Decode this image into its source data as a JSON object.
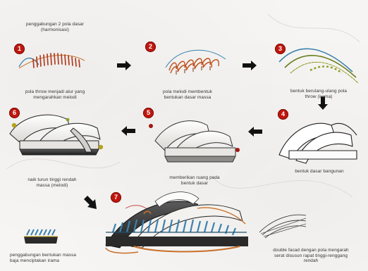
{
  "header": {
    "title_line1": "penggabungan 2 pola dasar",
    "title_line2": "(harmonisasi)"
  },
  "steps": [
    {
      "number": "1",
      "caption_line1": "pola throw menjadi alur yang",
      "caption_line2": "mengarahkan melodi"
    },
    {
      "number": "2",
      "caption_line1": "pola melodi membentuk",
      "caption_line2": "bentukan dasar massa"
    },
    {
      "number": "3",
      "caption_line1": "bentuk berulang-ulang pola",
      "caption_line2": "throw (irama)"
    },
    {
      "number": "4",
      "caption_line1": "bentuk dasar bangunan",
      "caption_line2": ""
    },
    {
      "number": "5",
      "caption_line1": "memberikan ruang pada",
      "caption_line2": "bentuk dasar"
    },
    {
      "number": "6",
      "caption_line1": "naik turun tinggi rendah",
      "caption_line2": "massa (melodi)"
    },
    {
      "number": "7",
      "caption_line1": "",
      "caption_line2": ""
    }
  ],
  "notes": {
    "left_line1": "penggabungan bentukan massa",
    "left_line2": "baja menciptakan irama",
    "right_line1": "double facad dengan pola mengarah",
    "right_line2": "serat disusun rapat tinggi-renggang",
    "right_line3": "rendah"
  },
  "colors": {
    "badge": "#c0160f",
    "arrow": "#111111",
    "blue": "#3a82b0",
    "green": "#6a7d1a",
    "orange": "#c86f2a",
    "yellow": "#e0c51a"
  }
}
